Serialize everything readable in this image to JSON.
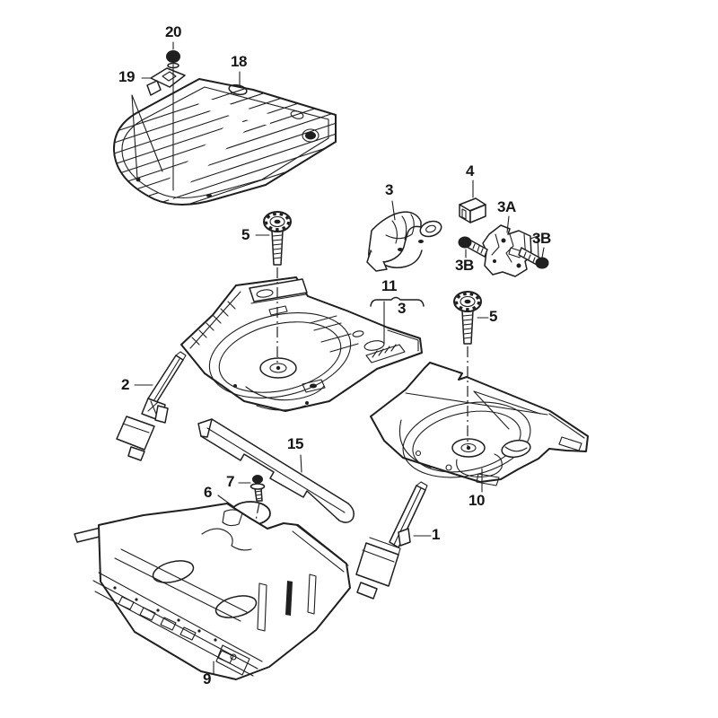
{
  "diagram": {
    "type": "exploded-parts-diagram",
    "background_color": "#ffffff",
    "line_color": "#1f1f1f",
    "labels": {
      "part_20": "20",
      "part_19": "19",
      "part_18": "18",
      "part_3_upper": "3",
      "part_4": "4",
      "part_3a": "3A",
      "part_3b_left": "3B",
      "part_3b_right": "3B",
      "part_5_left": "5",
      "group_11": "11",
      "group_11_sub": "3",
      "part_5_right": "5",
      "part_2": "2",
      "part_15": "15",
      "part_7": "7",
      "part_6": "6",
      "part_10": "10",
      "part_1": "1",
      "part_9": "9"
    }
  }
}
